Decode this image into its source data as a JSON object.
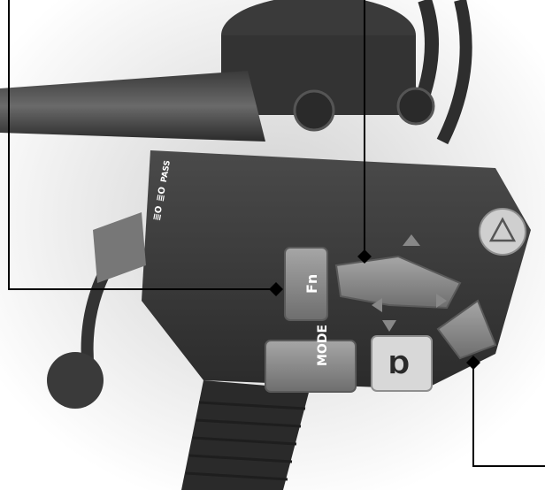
{
  "controls": {
    "fn_label": "Fn",
    "mode_label": "MODE",
    "horn_symbol": "Ɒ",
    "dimmer_labels": [
      "≣O",
      "≣O",
      "PASS"
    ]
  },
  "icons": {
    "hazard": "hazard-warning-icon",
    "horn": "horn-icon",
    "turn_signal": "turn-signal-icon"
  },
  "colors": {
    "callout_line": "#000000",
    "switch_body": "#3a3a3a",
    "button_face": "#8a8a8a"
  }
}
